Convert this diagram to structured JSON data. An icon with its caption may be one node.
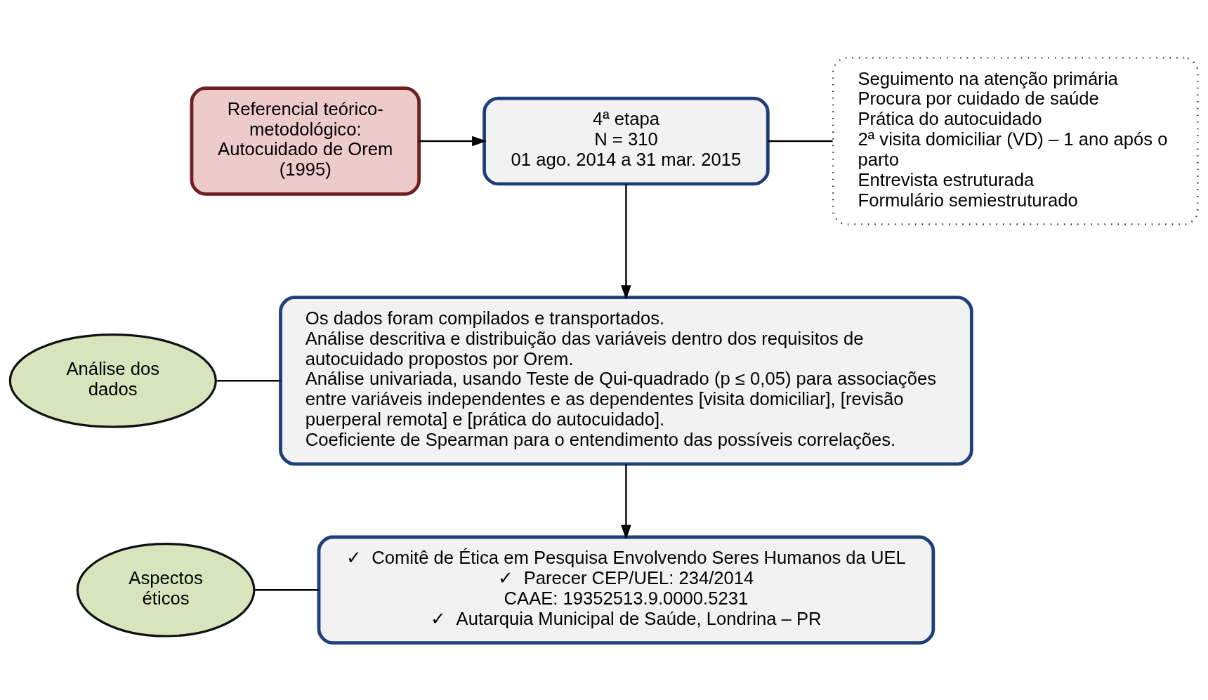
{
  "diagram": {
    "nodes": [
      {
        "text": [
          "Referencial teórico-metodológico: Autocuidado de Orem (1995)"
        ]
      },
      {
        "text": [
          "4ª etapa",
          "N = 310",
          "01 ago. 2014 a 31 mar. 2015"
        ]
      },
      {
        "text": [
          "Seguimento na atenção primária",
          "Procura por cuidado de saúde",
          "Prática do autocuidado",
          "2ª visita domiciliar (VD) – 1 ano após o parto",
          "Entrevista estruturada",
          "Formulário semiestruturado"
        ]
      },
      {
        "text": [
          "Análise dos dados"
        ]
      },
      {
        "text": [
          "Os dados foram compilados e transportados.",
          "Análise descritiva e distribuição das variáveis dentro dos requisitos de autocuidado propostos por Orem.",
          "Análise univariada, usando Teste de Qui-quadrado (p ≤ 0,05) para associações entre variáveis independentes e as dependentes [visita domiciliar], [revisão puerperal remota] e [prática do autocuidado].",
          "Coeficiente de Spearman para o entendimento das possíveis correlações."
        ]
      },
      {
        "text": [
          "Aspectos éticos"
        ]
      },
      {
        "text": [
          "✓  Comitê de Ética em Pesquisa Envolvendo Seres Humanos da UEL",
          "✓  Parecer CEP/UEL: 234/2014",
          "CAAE: 19352513.9.0000.5231",
          "✓  Autarquia Municipal de Saúde, Londrina – PR"
        ]
      }
    ],
    "edges": [
      {
        "from": 0,
        "to": 1,
        "arrow": "to"
      },
      {
        "from": 1,
        "to": 2,
        "arrow": "none"
      },
      {
        "from": 1,
        "to": 4,
        "arrow": "to"
      },
      {
        "from": 3,
        "to": 4,
        "arrow": "none"
      },
      {
        "from": 4,
        "to": 6,
        "arrow": "to"
      },
      {
        "from": 5,
        "to": 6,
        "arrow": "none"
      }
    ]
  }
}
